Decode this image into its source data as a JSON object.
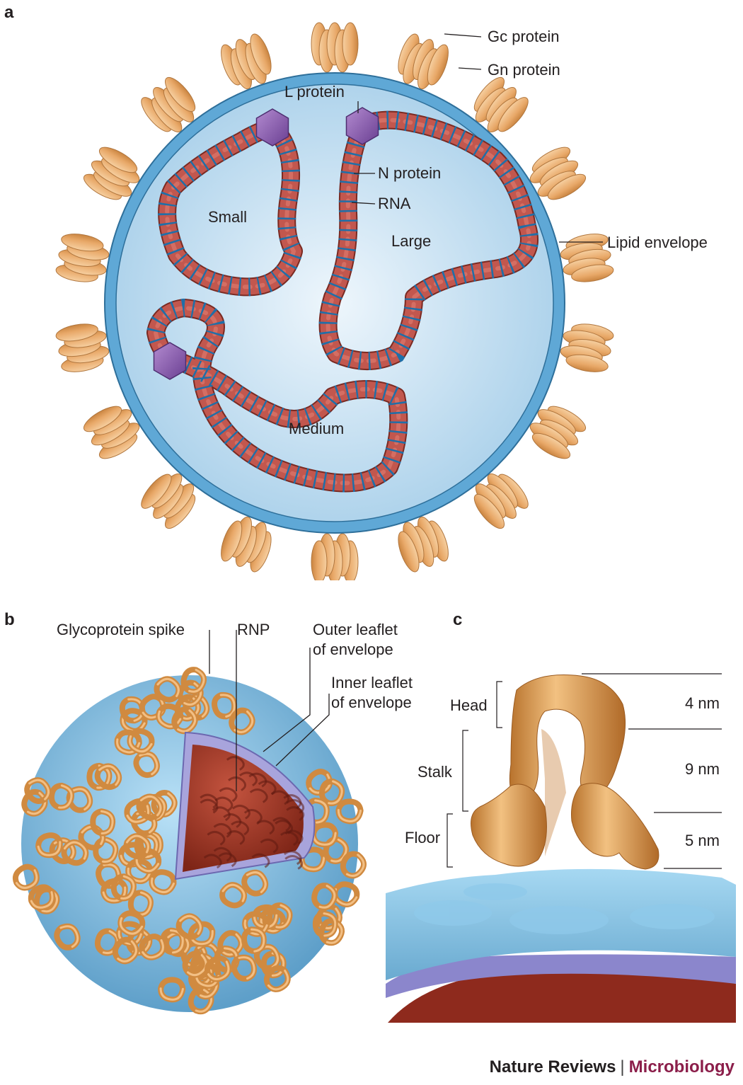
{
  "panels": {
    "a": "a",
    "b": "b",
    "c": "c"
  },
  "panel_a": {
    "labels": {
      "gc_protein": "Gc protein",
      "gn_protein": "Gn protein",
      "l_protein": "L protein",
      "n_protein": "N protein",
      "rna": "RNA",
      "lipid_envelope": "Lipid envelope",
      "small": "Small",
      "large": "Large",
      "medium": "Medium"
    },
    "colors": {
      "envelope": "#6aaed6",
      "interior": "#cfe6f4",
      "glycoprotein": "#e8a868",
      "rnp": "#c2574e",
      "rna": "#1f6fa8",
      "l_protein": "#8e63b0"
    }
  },
  "panel_b": {
    "labels": {
      "glycoprotein_spike": "Glycoprotein spike",
      "rnp": "RNP",
      "outer_leaflet_1": "Outer leaflet",
      "outer_leaflet_2": "of envelope",
      "inner_leaflet_1": "Inner leaflet",
      "inner_leaflet_2": "of envelope"
    }
  },
  "panel_c": {
    "labels": {
      "head": "Head",
      "stalk": "Stalk",
      "floor": "Floor",
      "head_size": "4 nm",
      "stalk_size": "9 nm",
      "floor_size": "5 nm"
    }
  },
  "footer": {
    "journal": "Nature Reviews",
    "separator": "|",
    "subject": "Microbiology"
  }
}
